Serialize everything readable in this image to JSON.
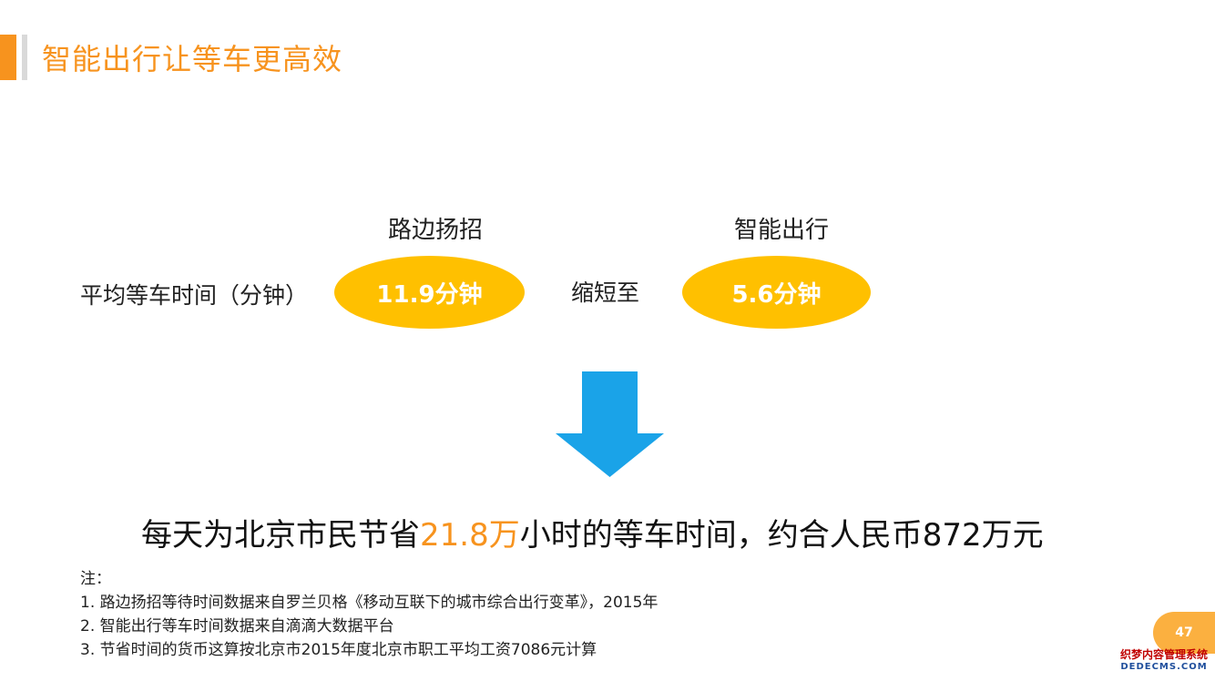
{
  "header": {
    "title": "智能出行让等车更高效"
  },
  "comparison": {
    "col1_label": "路边扬招",
    "col2_label": "智能出行",
    "row_label": "平均等车时间（分钟）",
    "value1": "11.9分钟",
    "connector": "缩短至",
    "value2": "5.6分钟"
  },
  "headline": {
    "prefix": "每天为北京市民节省",
    "highlight": "21.8万",
    "suffix": "小时的等车时间，约合人民币872万元"
  },
  "notes": {
    "heading": "注：",
    "items": [
      "1.  路边扬招等待时间数据来自罗兰贝格《移动互联下的城市综合出行变革》，2015年",
      "2.  智能出行等车时间数据来自滴滴大数据平台",
      "3.  节省时间的货币这算按北京市2015年度北京市职工平均工资7086元计算"
    ]
  },
  "page_number": "47",
  "watermark": {
    "line1": "织梦内容管理系统",
    "line2": "DEDECMS.COM"
  },
  "colors": {
    "accent": "#f7931e",
    "ellipse": "#ffc000",
    "arrow": "#1aa3e8"
  }
}
